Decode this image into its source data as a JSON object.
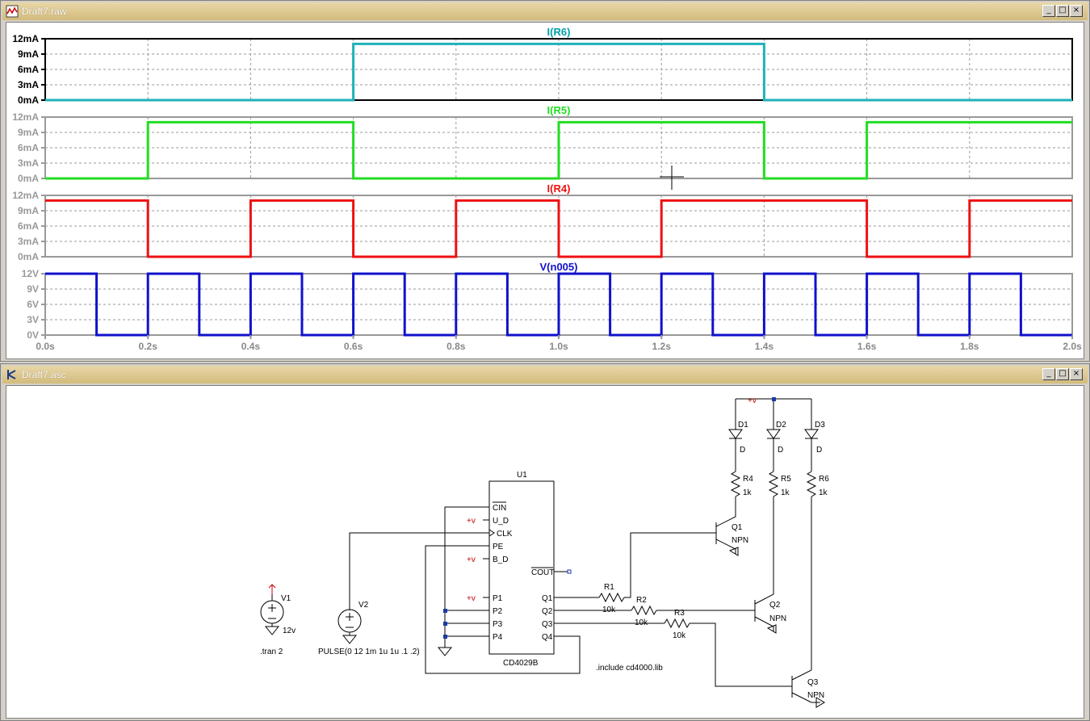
{
  "waveform_window": {
    "title": "Draft7.raw",
    "buttons": {
      "minimize": "_",
      "maximize": "□",
      "close": "×"
    }
  },
  "schematic_window": {
    "title": "Draft7.asc",
    "buttons": {
      "minimize": "_",
      "maximize": "□",
      "close": "×"
    }
  },
  "chart_data": [
    {
      "type": "line",
      "title": "I(R6)",
      "title_color": "#00a0a8",
      "line_color": "#1fb2b8",
      "yticks": [
        "0mA",
        "3mA",
        "6mA",
        "9mA",
        "12mA"
      ],
      "ylim": [
        0,
        12
      ],
      "unit": "mA",
      "x": [
        0,
        0.6,
        0.6,
        1.4,
        1.4,
        2.0
      ],
      "y": [
        0,
        0,
        11,
        11,
        0,
        0
      ],
      "grid": true
    },
    {
      "type": "line",
      "title": "I(R5)",
      "title_color": "#22dd22",
      "line_color": "#22dd22",
      "yticks": [
        "0mA",
        "3mA",
        "6mA",
        "9mA",
        "12mA"
      ],
      "ylim": [
        0,
        12
      ],
      "unit": "mA",
      "x": [
        0,
        0.2,
        0.2,
        0.6,
        0.6,
        1.0,
        1.0,
        1.4,
        1.4,
        1.6,
        1.6,
        2.0
      ],
      "y": [
        0,
        0,
        11,
        11,
        0,
        0,
        11,
        11,
        0,
        0,
        11,
        11
      ],
      "grid": true
    },
    {
      "type": "line",
      "title": "I(R4)",
      "title_color": "#ee1111",
      "line_color": "#ee1111",
      "yticks": [
        "0mA",
        "3mA",
        "6mA",
        "9mA",
        "12mA"
      ],
      "ylim": [
        0,
        12
      ],
      "unit": "mA",
      "x": [
        0,
        0.2,
        0.2,
        0.4,
        0.4,
        0.6,
        0.6,
        0.8,
        0.8,
        1.0,
        1.0,
        1.2,
        1.2,
        1.4,
        1.4,
        1.6,
        1.6,
        1.8,
        1.8,
        2.0
      ],
      "y": [
        11,
        11,
        0,
        0,
        11,
        11,
        0,
        0,
        11,
        11,
        0,
        0,
        11,
        11,
        11,
        11,
        0,
        0,
        11,
        11
      ],
      "grid": true
    },
    {
      "type": "line",
      "title": "V(n005)",
      "title_color": "#1111cc",
      "line_color": "#1111cc",
      "yticks": [
        "0V",
        "3V",
        "6V",
        "9V",
        "12V"
      ],
      "ylim": [
        0,
        12
      ],
      "unit": "V",
      "x": [
        0,
        0.1,
        0.1,
        0.2,
        0.2,
        0.3,
        0.3,
        0.4,
        0.4,
        0.5,
        0.5,
        0.6,
        0.6,
        0.7,
        0.7,
        0.8,
        0.8,
        0.9,
        0.9,
        1.0,
        1.0,
        1.1,
        1.1,
        1.2,
        1.2,
        1.3,
        1.3,
        1.4,
        1.4,
        1.5,
        1.5,
        1.6,
        1.6,
        1.7,
        1.7,
        1.8,
        1.8,
        1.9,
        1.9,
        2.0
      ],
      "y": [
        12,
        12,
        0,
        0,
        12,
        12,
        0,
        0,
        12,
        12,
        0,
        0,
        12,
        12,
        0,
        0,
        12,
        12,
        0,
        0,
        12,
        12,
        0,
        0,
        12,
        12,
        0,
        0,
        12,
        12,
        0,
        0,
        12,
        12,
        0,
        0,
        12,
        12,
        0,
        0
      ],
      "grid": true
    }
  ],
  "x_axis": {
    "ticks": [
      0,
      0.2,
      0.4,
      0.6,
      0.8,
      1.0,
      1.2,
      1.4,
      1.6,
      1.8,
      2.0
    ],
    "labels": [
      "0.0s",
      "0.2s",
      "0.4s",
      "0.6s",
      "0.8s",
      "1.0s",
      "1.2s",
      "1.4s",
      "1.6s",
      "1.8s",
      "2.0s"
    ],
    "xlim": [
      0,
      2.0
    ]
  },
  "schematic": {
    "u1_name": "U1",
    "u1_part": "CD4029B",
    "u1_pins_left": [
      "CIN",
      "U_D",
      "CLK",
      "PE",
      "B_D",
      "P1",
      "P2",
      "P3",
      "P4"
    ],
    "u1_pins_right": [
      "COUT",
      "Q1",
      "Q2",
      "Q3",
      "Q4"
    ],
    "supply_label": "+v",
    "v1_name": "V1",
    "v1_value": "12v",
    "v2_name": "V2",
    "v2_value": "PULSE(0 12 1m 1u 1u .1 .2)",
    "tran": ".tran 2",
    "include": ".include cd4000.lib",
    "r1_name": "R1",
    "r1_value": "10k",
    "r2_name": "R2",
    "r2_value": "10k",
    "r3_name": "R3",
    "r3_value": "10k",
    "r4_name": "R4",
    "r4_value": "1k",
    "r5_name": "R5",
    "r5_value": "1k",
    "r6_name": "R6",
    "r6_value": "1k",
    "d1_name": "D1",
    "d1_value": "D",
    "d2_name": "D2",
    "d2_value": "D",
    "d3_name": "D3",
    "d3_value": "D",
    "q1_name": "Q1",
    "q1_type": "NPN",
    "q2_name": "Q2",
    "q2_type": "NPN",
    "q3_name": "Q3",
    "q3_type": "NPN"
  }
}
